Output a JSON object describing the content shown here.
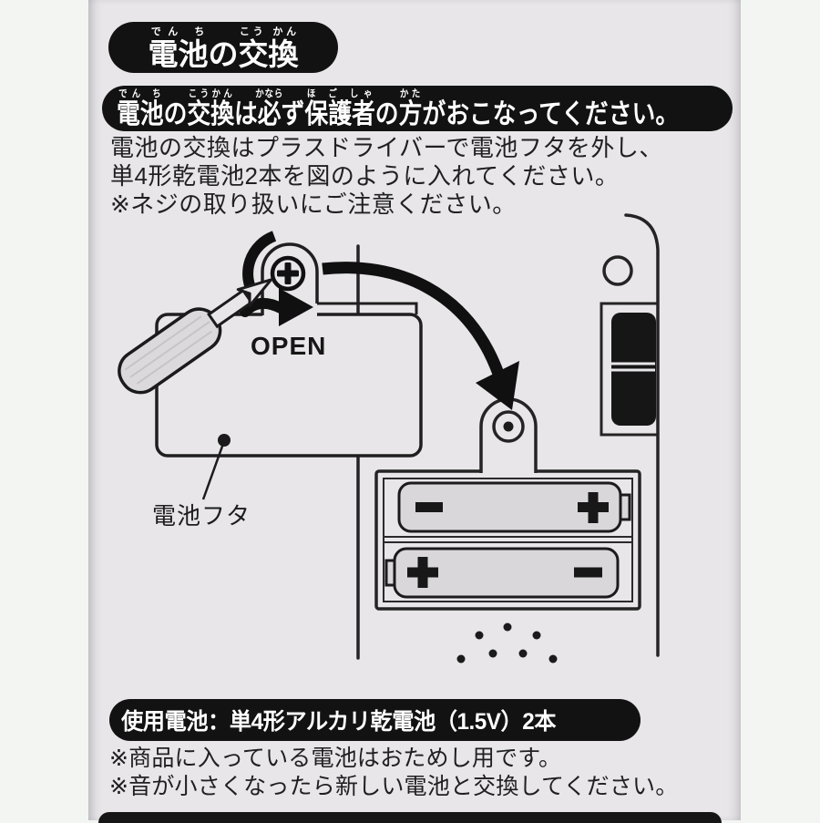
{
  "page": {
    "kind": "instruction-sheet",
    "colors": {
      "outer_bg": "#f3f5f2",
      "paper": "#e8e6e9",
      "ink": "#1b1b1b",
      "pill_bg": "#121212",
      "pill_text": "#ffffff",
      "battery_fill": "#d9d7da"
    }
  },
  "title": {
    "segments": [
      {
        "base": "電池",
        "ruby": "でん ち"
      },
      {
        "text": "の"
      },
      {
        "base": "交換",
        "ruby": "こう かん"
      }
    ]
  },
  "warning": {
    "segments": [
      {
        "base": "電池",
        "ruby": "でん ち"
      },
      {
        "text": "の"
      },
      {
        "base": "交換",
        "ruby": "こうかん"
      },
      {
        "text": "は"
      },
      {
        "base": "必",
        "ruby": "かなら"
      },
      {
        "text": "ず"
      },
      {
        "base": "保護者",
        "ruby": "ほ ご しゃ"
      },
      {
        "text": "の"
      },
      {
        "base": "方",
        "ruby": "かた"
      },
      {
        "text": "がおこなってください。"
      }
    ]
  },
  "instructions": {
    "lines": [
      "電池の交換はプラスドライバーで電池フタを外し、",
      "単4形乾電池2本を図のように入れてください。",
      "※ネジの取り扱いにご注意ください。"
    ]
  },
  "diagram": {
    "open_label": "OPEN",
    "cover_label": "電池フタ",
    "screw_symbol": "＋",
    "batteries": [
      {
        "position": "top",
        "left_terminal": "−",
        "right_terminal": "＋"
      },
      {
        "position": "bottom",
        "left_terminal": "＋",
        "right_terminal": "−"
      }
    ],
    "speaker_hole_count": 7
  },
  "battery_spec": {
    "label": "使用電池：単4形アルカリ乾電池（1.5V）2本"
  },
  "footnotes": {
    "lines": [
      "※商品に入っている電池はおためし用です。",
      "※音が小さくなったら新しい電池と交換してください。"
    ]
  }
}
